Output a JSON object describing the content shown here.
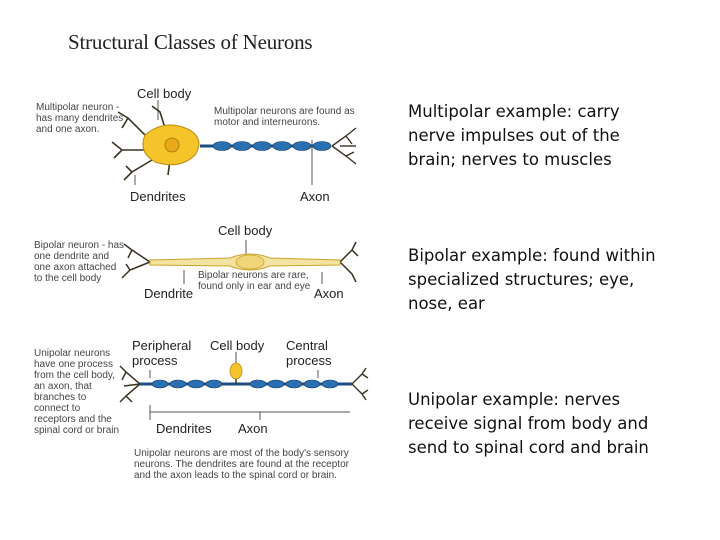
{
  "slide": {
    "title": "Structural Classes of Neurons"
  },
  "figure": {
    "multipolar": {
      "cell_body": "Cell body",
      "dendrites": "Dendrites",
      "axon": "Axon",
      "left_note": "Multipolar neuron - has many dendrites and one axon.",
      "mid_note": "Multipolar neurons are found as motor and interneurons."
    },
    "bipolar": {
      "cell_body": "Cell body",
      "dendrite": "Dendrite",
      "axon": "Axon",
      "left_note": "Bipolar neuron - has one dendrite and one axon attached to the cell body",
      "mid_note": "Bipolar neurons are rare, found only in ear and eye"
    },
    "unipolar": {
      "peripheral": "Peripheral process",
      "cell_body": "Cell body",
      "central": "Central process",
      "dendrites": "Dendrites",
      "axon": "Axon",
      "left_note": "Unipolar neurons have one process from the cell body, an axon, that branches to connect to receptors and the spinal cord or brain",
      "bottom_note": "Unipolar neurons are most of the body's sensory neurons. The dendrites are found at the receptor and the axon leads to the spinal cord or brain."
    }
  },
  "examples": {
    "multipolar": "Multipolar example: carry nerve impulses out of the brain; nerves to muscles",
    "bipolar": "Bipolar example: found within specialized structures; eye, nose, ear",
    "unipolar": "Unipolar example: nerves receive signal from body and send to spinal cord and brain"
  },
  "colors": {
    "cell_yellow": "#f5c32a",
    "myelin_blue": "#2a6fb0",
    "dendrite_dark": "#3a3320",
    "pale_yellow": "#f3e3a0",
    "line_gray": "#555555"
  }
}
